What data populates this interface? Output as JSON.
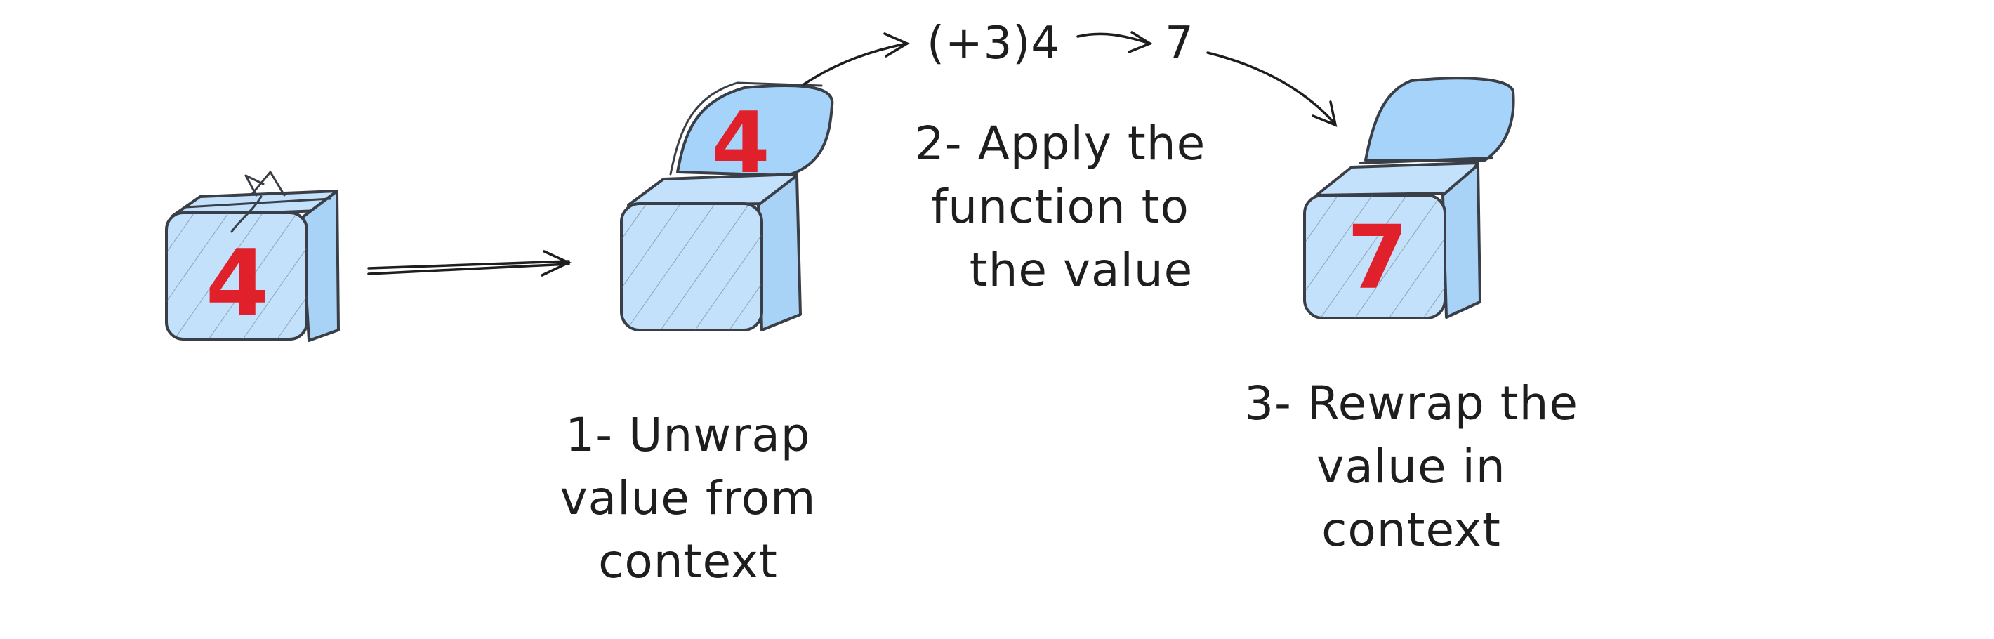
{
  "title": "",
  "colors": {
    "box_fill": "#c3e1fb",
    "box_side": "#a9d2f7",
    "lid_fill": "#a5d3fa",
    "stroke": "#3a3f47",
    "digit": "#e0202a",
    "text": "#1e1e1e"
  },
  "boxes": {
    "wrapped": {
      "value": "4"
    },
    "unwrapped": {
      "value": "4"
    },
    "rewrapped": {
      "value": "7"
    }
  },
  "formula": {
    "expression": "(+3)4",
    "result": "7"
  },
  "steps": [
    {
      "line1": "1- Unwrap",
      "line2": "value from",
      "line3": "context"
    },
    {
      "line1": "2- Apply the",
      "line2": "function to",
      "line3": "the value"
    },
    {
      "line1": "3- Rewrap the",
      "line2": "value in",
      "line3": "context"
    }
  ]
}
